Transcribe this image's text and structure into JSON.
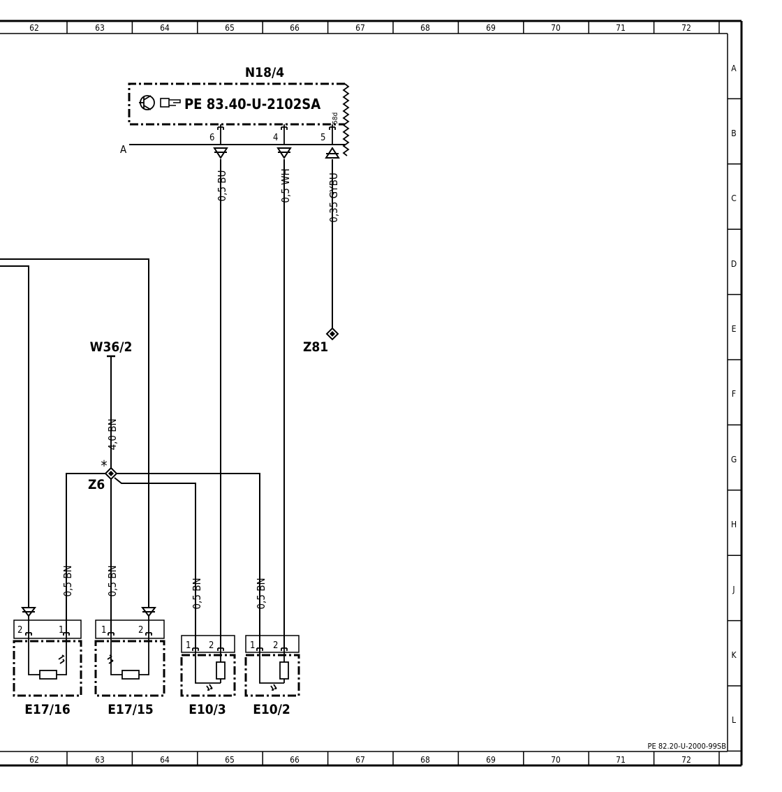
{
  "grid": {
    "columns": [
      "62",
      "63",
      "64",
      "65",
      "66",
      "67",
      "68",
      "69",
      "70",
      "71",
      "72"
    ],
    "rows": [
      "A",
      "B",
      "C",
      "D",
      "E",
      "F",
      "G",
      "H",
      "J",
      "K",
      "L"
    ]
  },
  "control_unit": {
    "name": "N18/4",
    "reference": "PE 83.40-U-2102SA",
    "side_label": "A",
    "pin_6": "6",
    "pin_4": "4",
    "pin_5": "5",
    "pin_5_note": "58d"
  },
  "wires": {
    "bu": "0,5 BU",
    "wh": "0,5 WH",
    "gybu": "0,35 GYBU",
    "w36_feed": "4,0 BN",
    "bn_a": "0,5 BN",
    "bn_b": "0,5 BN",
    "bn_c": "0,5 BN",
    "bn_d": "0,5 BN"
  },
  "nodes": {
    "z81": "Z81",
    "w36": "W36/2",
    "z6": "Z6",
    "splice_mark": "*"
  },
  "components": {
    "e17_16": {
      "name": "E17/16",
      "pin_a": "2",
      "pin_b": "1"
    },
    "e17_15": {
      "name": "E17/15",
      "pin_a": "1",
      "pin_b": "2"
    },
    "e10_3": {
      "name": "E10/3",
      "pin_a": "1",
      "pin_b": "2"
    },
    "e10_2": {
      "name": "E10/2",
      "pin_a": "1",
      "pin_b": "2"
    }
  },
  "footer_ref": "PE 82.20-U-2000-99SB"
}
